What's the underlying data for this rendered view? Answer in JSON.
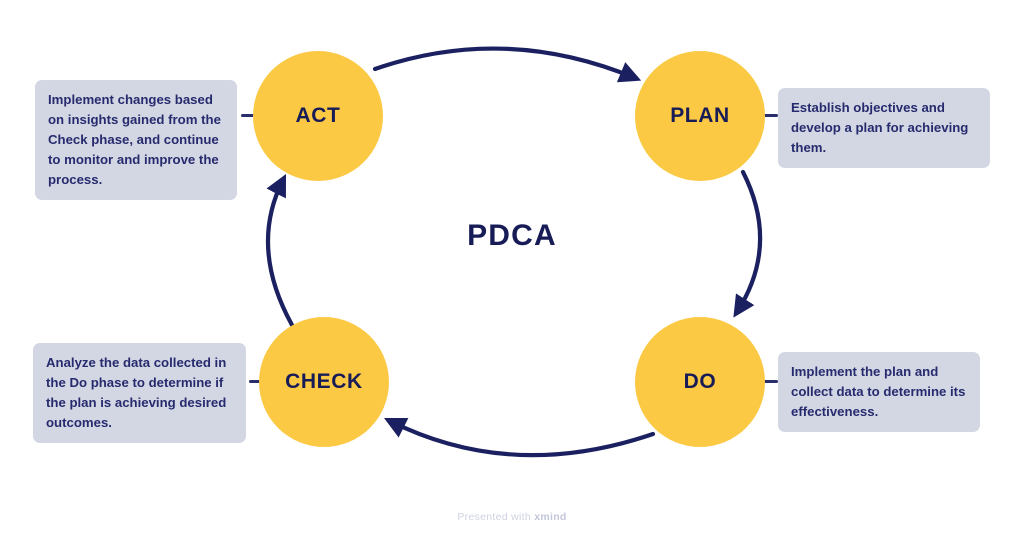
{
  "diagram": {
    "center_title": "PDCA",
    "accent_color": "#fcc945",
    "text_color": "#171c56",
    "callout_bg": "#d3d7e4",
    "arrow_color": "#1b2060",
    "nodes": [
      {
        "id": "act",
        "label": "ACT",
        "description": "Implement changes based on insights gained from the Check phase, and continue to monitor and improve the process."
      },
      {
        "id": "plan",
        "label": "PLAN",
        "description": "Establish objectives and develop a plan for achieving them."
      },
      {
        "id": "do",
        "label": "DO",
        "description": "Implement the plan and collect data to determine its effectiveness."
      },
      {
        "id": "check",
        "label": "CHECK",
        "description": "Analyze the data collected in the Do phase to determine if the plan is achieving desired outcomes."
      }
    ],
    "flow": [
      {
        "from": "ACT",
        "to": "PLAN"
      },
      {
        "from": "PLAN",
        "to": "DO"
      },
      {
        "from": "DO",
        "to": "CHECK"
      },
      {
        "from": "CHECK",
        "to": "ACT"
      }
    ]
  },
  "footer": {
    "prefix": "Presented with ",
    "brand": "xmind"
  }
}
